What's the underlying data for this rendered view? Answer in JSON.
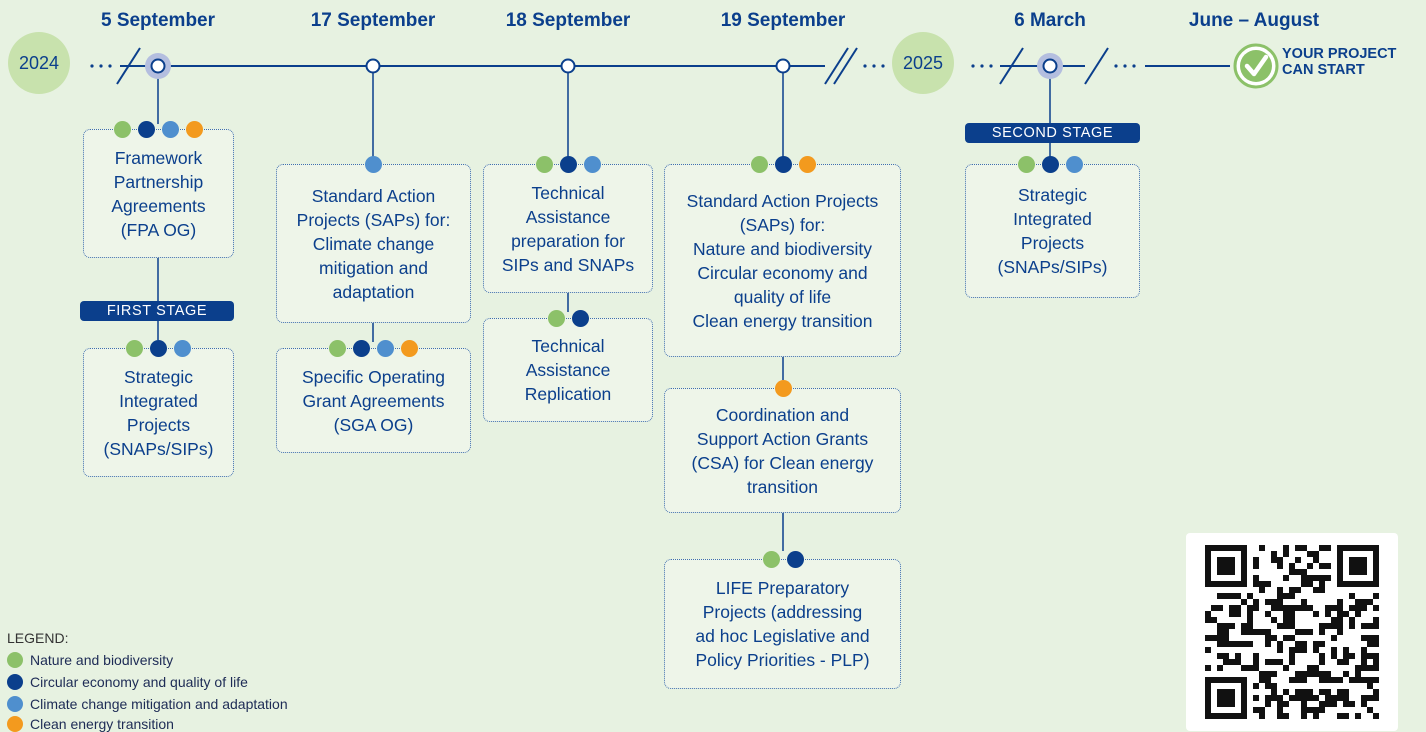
{
  "dates": [
    "5 September",
    "17 September",
    "18 September",
    "19 September",
    "6 March",
    "June – August"
  ],
  "years": [
    "2024",
    "2025"
  ],
  "final": {
    "line1": "YOUR PROJECT",
    "line2": "CAN START"
  },
  "stages": {
    "first": "FIRST STAGE",
    "second": "SECOND STAGE"
  },
  "cards": {
    "fpa": [
      "Framework",
      "Partnership",
      "Agreements",
      "(FPA OG)"
    ],
    "sip1": [
      "Strategic",
      "Integrated",
      "Projects",
      "(SNAPs/SIPs)"
    ],
    "sap_climate": [
      "Standard Action",
      "Projects (SAPs) for:",
      "Climate change",
      "mitigation and",
      "adaptation"
    ],
    "sga": [
      "Specific Operating",
      "Grant Agreements",
      "(SGA OG)"
    ],
    "ta_prep": [
      "Technical",
      "Assistance",
      "preparation for",
      "SIPs and SNAPs"
    ],
    "ta_rep": [
      "Technical",
      "Assistance",
      "Replication"
    ],
    "sap_multi": [
      "Standard Action Projects",
      "(SAPs) for:",
      "Nature and biodiversity",
      "Circular economy and",
      "quality of life",
      "Clean energy transition"
    ],
    "csa": [
      "Coordination and",
      "Support Action Grants",
      "(CSA) for Clean energy",
      "transition"
    ],
    "life": [
      "LIFE Preparatory",
      "Projects (addressing",
      "ad hoc Legislative and",
      "Policy Priorities - PLP)"
    ],
    "sip2": [
      "Strategic",
      "Integrated",
      "Projects",
      "(SNAPs/SIPs)"
    ]
  },
  "legend": {
    "title": "LEGEND:",
    "items": [
      {
        "label": "Nature and biodiversity",
        "color": "#8cc169"
      },
      {
        "label": "Circular economy and quality of life",
        "color": "#0b3f8c"
      },
      {
        "label": "Climate change mitigation and adaptation",
        "color": "#4f8fce"
      },
      {
        "label": "Clean energy transition",
        "color": "#f39a1e"
      }
    ]
  },
  "colors": {
    "nature": "#8cc169",
    "circular": "#0b3f8c",
    "climate": "#4f8fce",
    "energy": "#f39a1e",
    "line": "#0b3f8c",
    "check": "#8cc169"
  }
}
